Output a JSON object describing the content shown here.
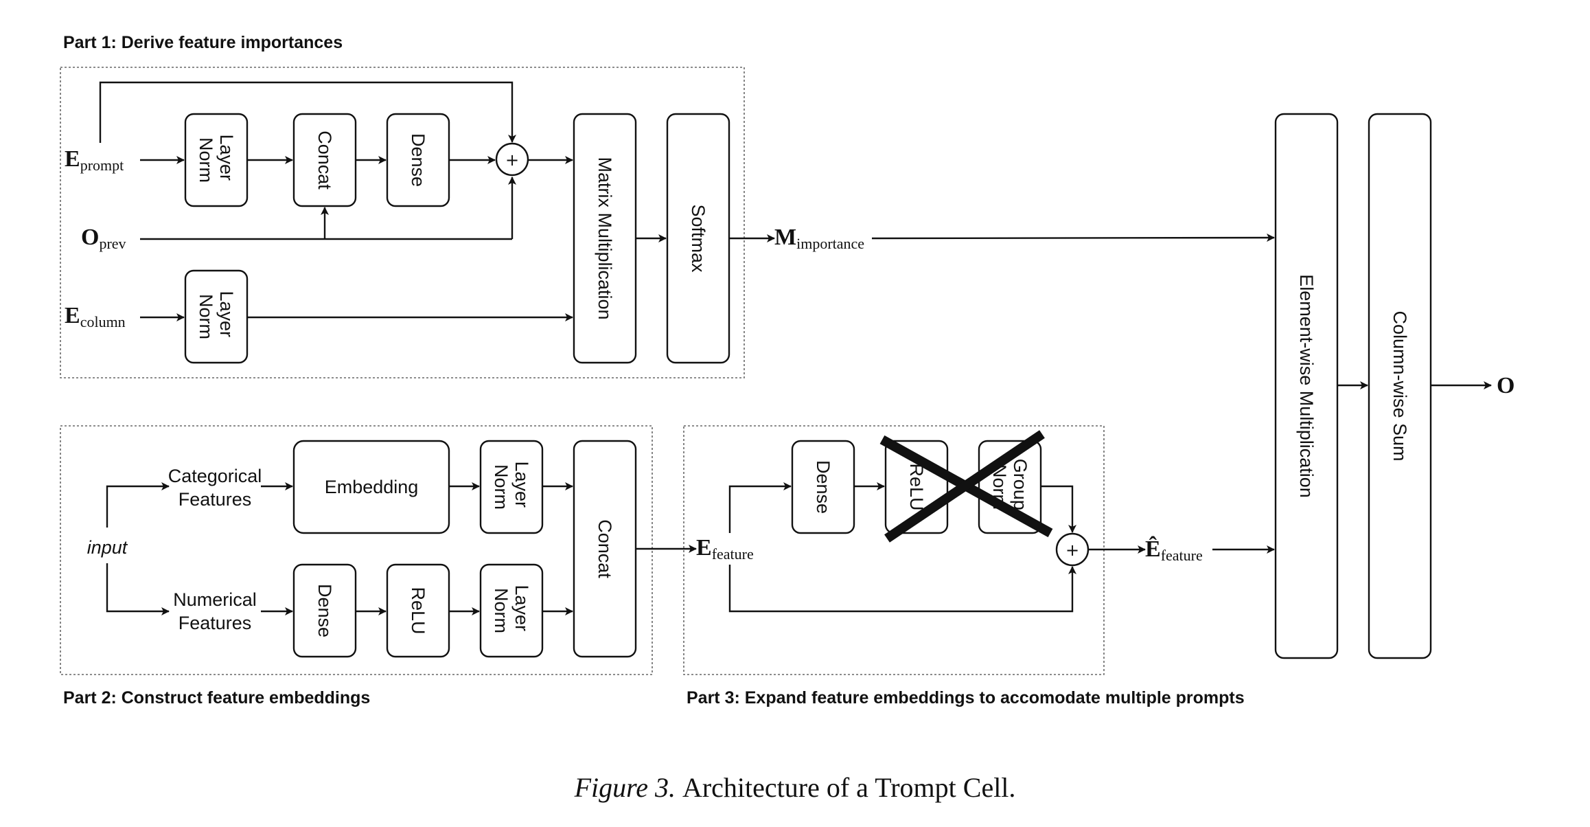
{
  "parts": {
    "part1_title": "Part 1: Derive feature importances",
    "part2_title": "Part 2: Construct feature embeddings",
    "part3_title": "Part 3: Expand feature embeddings to accomodate multiple prompts"
  },
  "part1": {
    "input_prompt": {
      "symbol": "E",
      "sub": "prompt"
    },
    "input_prev": {
      "symbol": "O",
      "sub": "prev"
    },
    "input_column": {
      "symbol": "E",
      "sub": "column"
    },
    "layer_norm_line1": "Layer",
    "layer_norm_line2": "Norm",
    "concat": "Concat",
    "dense": "Dense",
    "plus": "+",
    "matmul": "Matrix Multiplication",
    "softmax": "Softmax",
    "output_importance": {
      "symbol": "M",
      "sub": "importance"
    }
  },
  "part2": {
    "input_label": "input",
    "categorical_line1": "Categorical",
    "categorical_line2": "Features",
    "numerical_line1": "Numerical",
    "numerical_line2": "Features",
    "embedding": "Embedding",
    "layer_norm_line1": "Layer",
    "layer_norm_line2": "Norm",
    "dense": "Dense",
    "relu": "ReLU",
    "concat": "Concat",
    "output_feature": {
      "symbol": "E",
      "sub": "feature"
    }
  },
  "part3": {
    "dense": "Dense",
    "relu": "ReLU",
    "group_norm_line1": "Group",
    "group_norm_line2": "Norm",
    "plus": "+",
    "output_feature_hat": {
      "symbol": "Ê",
      "sub": "feature"
    }
  },
  "right": {
    "elementwise": "Element-wise Multiplication",
    "columnwise": "Column-wise Sum",
    "output": "O"
  },
  "caption": {
    "figure_label": "Figure 3.",
    "text": "Architecture of a Trompt Cell."
  }
}
